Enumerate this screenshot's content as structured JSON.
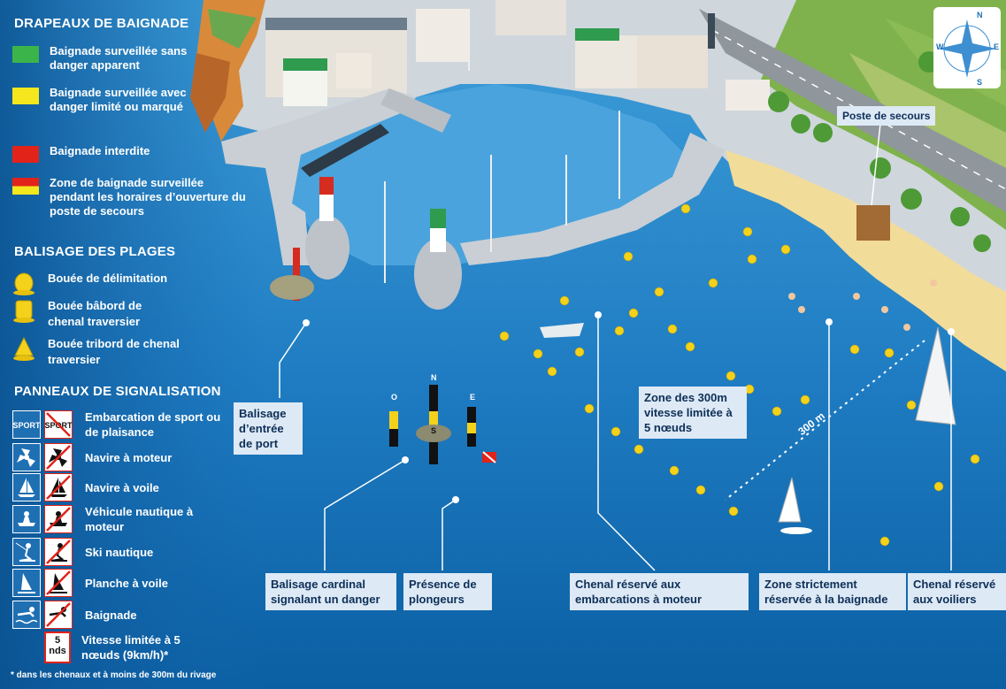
{
  "flags_section": {
    "title": "DRAPEAUX DE BAIGNADE",
    "items": [
      {
        "label": "Baignade surveillée sans danger apparent",
        "color": "#3bb54a"
      },
      {
        "label": "Baignade surveillée avec danger limité ou marqué",
        "color": "#f4e71d"
      },
      {
        "label": "Baignade interdite",
        "color": "#e2231a"
      },
      {
        "label": "Zone de baignade surveillée pendant les horaires d’ouverture du poste de secours",
        "color_top": "#e2231a",
        "color_bottom": "#f4e71d"
      }
    ]
  },
  "buoys_section": {
    "title": "BALISAGE DES PLAGES",
    "items": [
      {
        "label": "Bouée de délimitation",
        "icon": "round-yellow-buoy-icon"
      },
      {
        "label": "Bouée bâbord de chenal traversier",
        "icon": "cylinder-yellow-buoy-icon"
      },
      {
        "label": "Bouée tribord de chenal traversier",
        "icon": "cone-yellow-buoy-icon"
      }
    ]
  },
  "signs_section": {
    "title": "PANNEAUX DE SIGNALISATION",
    "sport_sign_text": "SPORT",
    "speed_sign": {
      "value": "5",
      "unit": "nds"
    },
    "items": [
      {
        "label": "Embarcation de sport ou de plaisance",
        "icon": "sport-boat-icon"
      },
      {
        "label": "Navire à moteur",
        "icon": "propeller-icon"
      },
      {
        "label": "Navire à voile",
        "icon": "sailboat-icon"
      },
      {
        "label": "Véhicule nautique à moteur",
        "icon": "jet-ski-icon"
      },
      {
        "label": "Ski nautique",
        "icon": "water-ski-icon"
      },
      {
        "label": "Planche à voile",
        "icon": "windsurf-icon"
      },
      {
        "label": "Baignade",
        "icon": "swimmer-icon"
      },
      {
        "label": "Vitesse limitée à 5 nœuds (9km/h)*",
        "icon": "speed-limit-icon"
      }
    ]
  },
  "footnote": "* dans les chenaux et à moins de 300m du rivage",
  "callouts": {
    "balisage_port": "Balisage d’entrée de port",
    "cardinal": "Balisage cardinal signalant un danger",
    "plongeurs": "Présence de plongeurs",
    "chenal_moteur": "Chenal réservé aux embarcations à moteur",
    "zone_baignade": "Zone strictement réservée à la baignade",
    "chenal_voiliers": "Chenal réservé aux voiliers",
    "zone_300m": "Zone des 300m vitesse limitée à 5 nœuds",
    "poste_secours": "Poste de secours"
  },
  "distance_label": "300 m",
  "cardinal_letters": {
    "north": "N",
    "south": "S",
    "east": "E",
    "west": "O"
  },
  "compass": {
    "n": "N",
    "s": "S",
    "e": "E",
    "w": "W"
  },
  "colors": {
    "sea_dark": "#0b5fa3",
    "sea_light": "#3b9ad6",
    "harbor": "#4aa3dc",
    "sand": "#f2dc9a",
    "callout_bg": "#dde9f5",
    "callout_text": "#0d2f57"
  }
}
